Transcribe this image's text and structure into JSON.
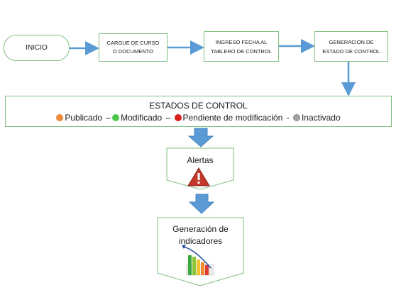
{
  "nodes": {
    "inicio": "INICIO",
    "cargue_line1": "CARGUE DE CURSO",
    "cargue_line2": "O DOCUMENTO",
    "ingreso_line1": "INGRESO FECHA AL",
    "ingreso_line2": "TABLERO DE CONTROL",
    "generacion_line1": "GENERACION DE",
    "generacion_line2": "ESTADO DE CONTROL"
  },
  "estados": {
    "title": "ESTADOS DE CONTROL",
    "items": [
      {
        "label": "Publicado",
        "color": "#f08a3c"
      },
      {
        "label": "Modificado",
        "color": "#4cc94c"
      },
      {
        "label": "Pendiente de modificación",
        "color": "#d81f1f"
      },
      {
        "label": "Inactivado",
        "color": "#a0a0a0"
      }
    ],
    "sep1": "–",
    "sep2": "–",
    "sep3": "-"
  },
  "alertas": {
    "label": "Alertas"
  },
  "indicadores": {
    "line1": "Generación de",
    "line2": "indicadores"
  },
  "colors": {
    "arrow": "#5b9bd5",
    "border": "#7fbf7f",
    "warning": "#c0392b"
  },
  "icons": [
    "warning-icon",
    "bar-chart-icon"
  ]
}
